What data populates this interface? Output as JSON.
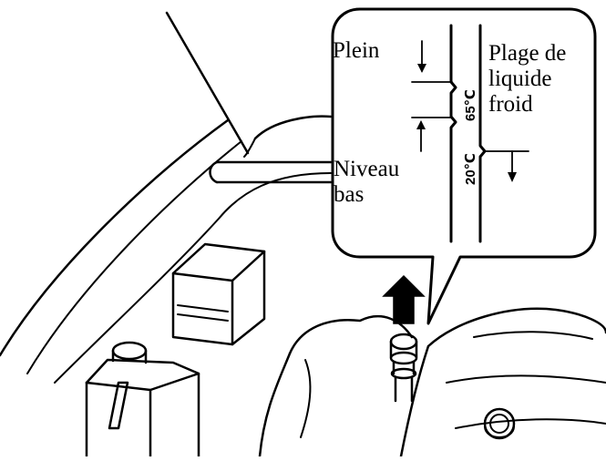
{
  "callout": {
    "full_label": "Plein",
    "low_label": "Niveau\nbas",
    "cold_range_label": "Plage de\nliquide\nfroid",
    "temp_hot": "65℃",
    "temp_cold": "20℃"
  },
  "colors": {
    "line": "#000000",
    "background": "#ffffff"
  },
  "icons": {
    "arrow": "thick-up-arrow",
    "tank": "coolant-reservoir",
    "cap": "radiator-cap"
  }
}
